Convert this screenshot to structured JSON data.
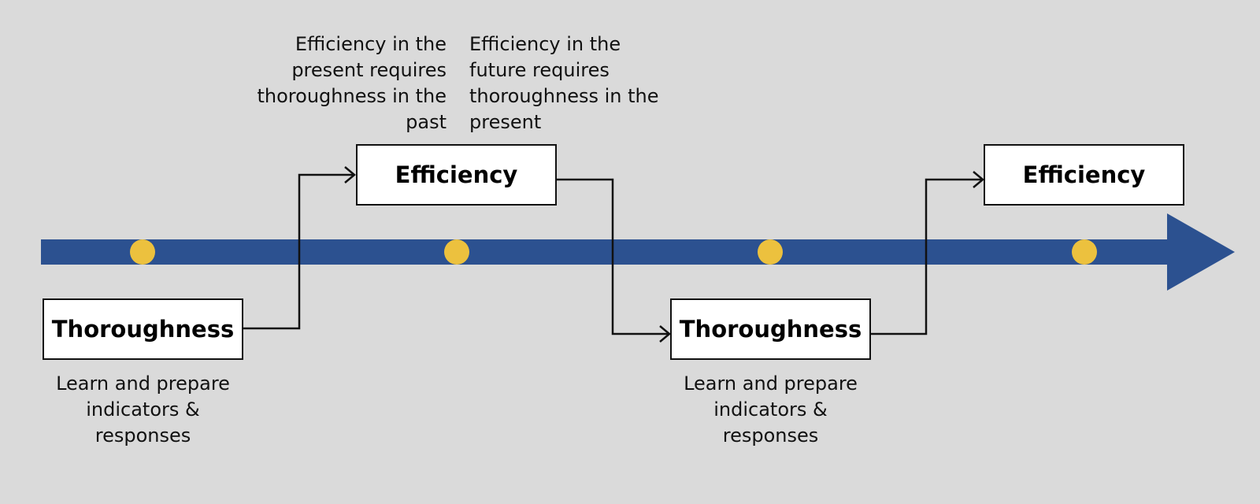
{
  "colors": {
    "background": "#dadada",
    "timeline": "#2c5190",
    "marker": "#ecc13e",
    "box_fill": "#ffffff",
    "stroke": "#111111"
  },
  "boxes": [
    {
      "label": "Thoroughness"
    },
    {
      "label": "Efficiency"
    },
    {
      "label": "Thoroughness"
    },
    {
      "label": "Efficiency"
    }
  ],
  "notes": {
    "past": "Efficiency in the\npresent requires\nthoroughness in the\npast",
    "future": "Efficiency in the\nfuture requires\nthoroughness in the\npresent",
    "learn_1": "Learn and prepare\nindicators &\nresponses",
    "learn_2": "Learn and prepare\nindicators &\nresponses"
  },
  "timeline": {
    "direction": "left-to-right",
    "marker_count": 4
  }
}
